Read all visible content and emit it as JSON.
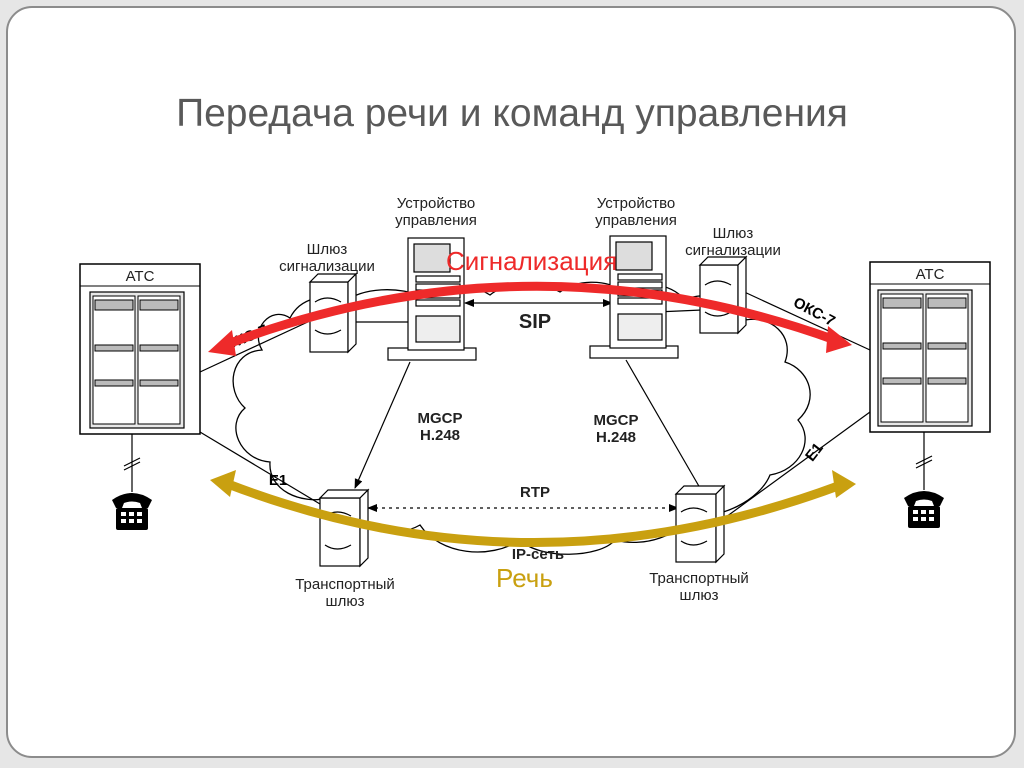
{
  "title": "Передача речи и команд управления",
  "labels": {
    "ats_left": "АТС",
    "ats_right": "АТС",
    "controller_left": "Устройство\nуправления",
    "controller_right": "Устройство\nуправления",
    "sg_left": "Шлюз\nсигнализации",
    "sg_right": "Шлюз\nсигнализации",
    "signaling": "Сигнализация",
    "sip": "SIP",
    "okc7_left": "ОКС-7",
    "okc7_right": "ОКС-7",
    "mgcp_left": "MGCP\nH.248",
    "mgcp_right": "MGCP\nH.248",
    "rtp": "RTP",
    "e1_left": "E1",
    "e1_right": "E1",
    "ip_network": "IP-сеть",
    "speech": "Речь",
    "tg_left": "Транспортный\nшлюз",
    "tg_right": "Транспортный\nшлюз"
  },
  "colors": {
    "signaling_arrow": "#ee2a2a",
    "speech_arrow": "#c9a010",
    "title_text": "#595959"
  }
}
